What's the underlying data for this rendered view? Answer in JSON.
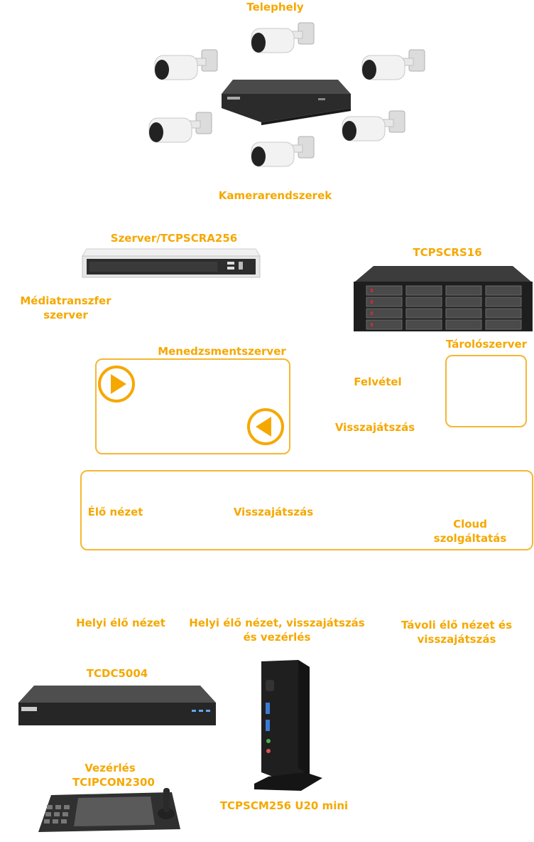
{
  "labels": {
    "site": "Telephely",
    "camera_systems": "Kamerarendszerek",
    "server_model": "Szerver/TCPSCRA256",
    "storage_model": "TCPSCRS16",
    "media_transfer_line1": "Médiatranszfer",
    "media_transfer_line2": "szerver",
    "management_server": "Menedzsmentszerver",
    "storage_server": "Tárolószerver",
    "recording": "Felvétel",
    "playback_right": "Visszajátszás",
    "live_view": "Élő nézet",
    "playback_center": "Visszajátszás",
    "cloud_line1": "Cloud",
    "cloud_line2": "szolgáltatás",
    "local_live_view": "Helyi élő nézet",
    "local_full_line1": "Helyi élő nézet, visszajátszás",
    "local_full_line2": "és vezérlés",
    "remote_line1": "Távoli élő nézet és",
    "remote_line2": "visszajátszás",
    "dvr_model": "TCDC5004",
    "control_line1": "Vezérlés",
    "control_line2": "TCIPCON2300",
    "minipc_model": "TCPSCM256 U20 mini"
  },
  "colors": {
    "accent": "#f5a800",
    "box_border": "#f5b733",
    "device_dark": "#2a2a2a"
  },
  "icons": {
    "play": "play-circle-icon",
    "rewind": "reverse-play-circle-icon"
  }
}
